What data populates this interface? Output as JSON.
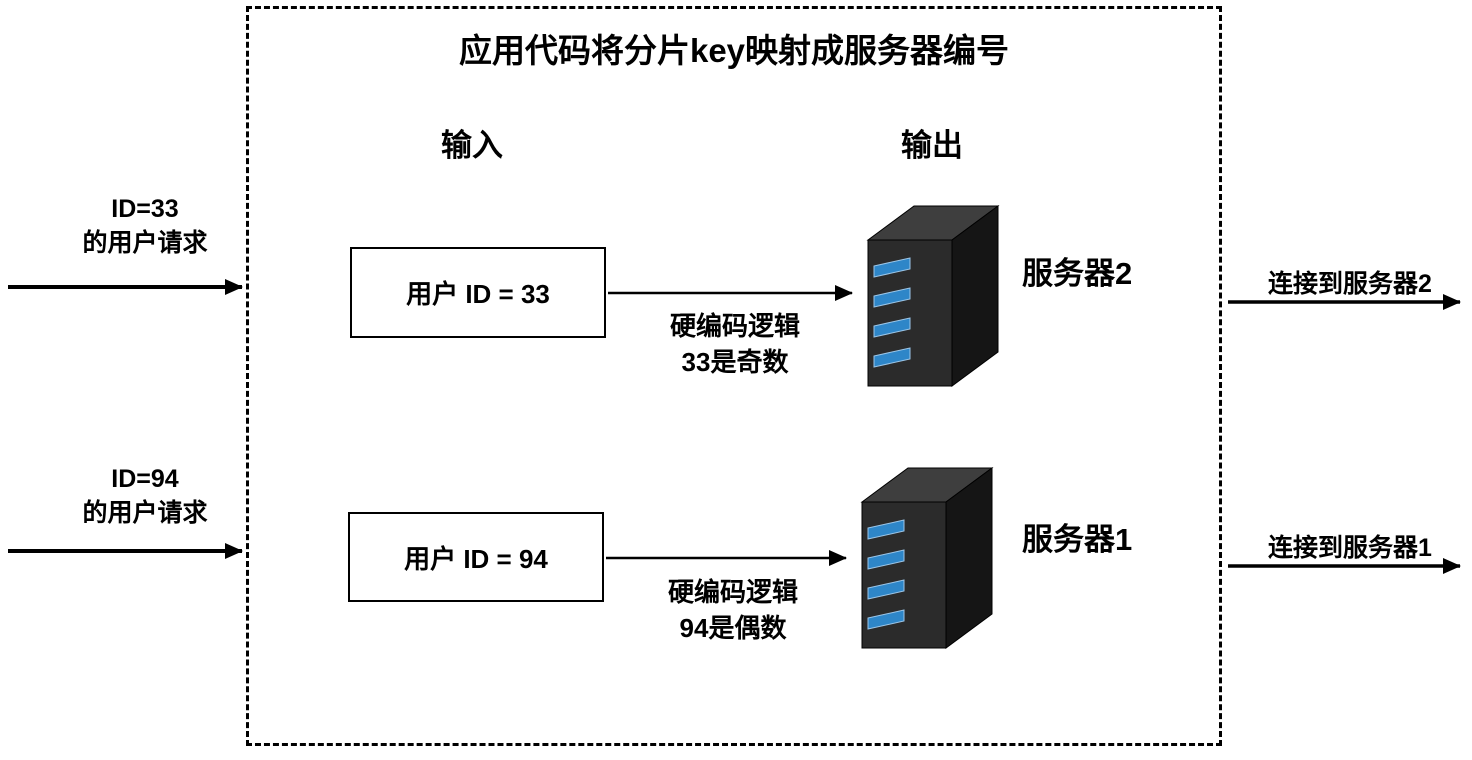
{
  "diagram": {
    "title": "应用代码将分片key映射成服务器编号",
    "columns": {
      "input": "输入",
      "output": "输出"
    },
    "flows": [
      {
        "request_line1": "ID=33",
        "request_line2": "的用户请求",
        "input_box": "用户 ID = 33",
        "logic_line1": "硬编码逻辑",
        "logic_line2": "33是奇数",
        "server_label": "服务器2",
        "connect_label": "连接到服务器2"
      },
      {
        "request_line1": "ID=94",
        "request_line2": "的用户请求",
        "input_box": "用户 ID = 94",
        "logic_line1": "硬编码逻辑",
        "logic_line2": "94是偶数",
        "server_label": "服务器1",
        "connect_label": "连接到服务器1"
      }
    ],
    "icons": {
      "server": "server-icon"
    },
    "colors": {
      "line": "#000000",
      "background": "#ffffff",
      "server_front": "#2b2b2b",
      "server_top": "#3e3e3e",
      "server_side": "#151515",
      "led_blue": "#2e86c8"
    }
  }
}
